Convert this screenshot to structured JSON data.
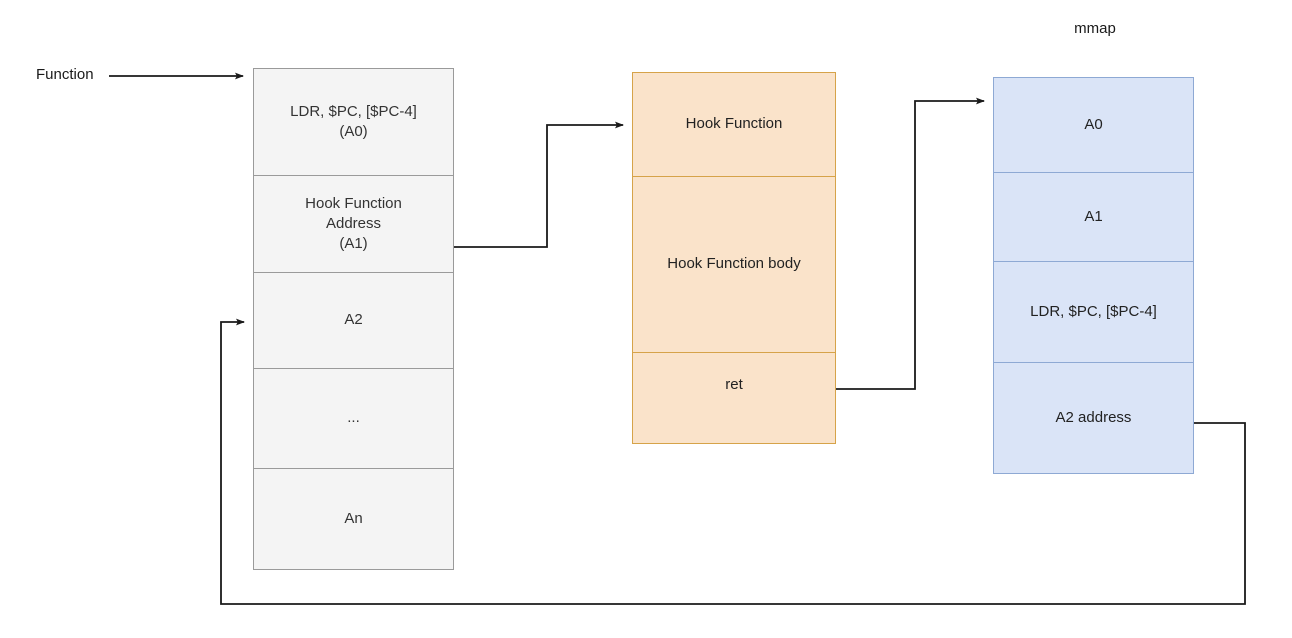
{
  "diagram": {
    "title_free_labels": [
      {
        "name": "function-entry-label",
        "text": "Function"
      },
      {
        "name": "mmap-label",
        "text": "mmap"
      }
    ],
    "colors": {
      "grey_fill": "#f4f4f4",
      "grey_border": "#9a9a9a",
      "orange_fill": "#fae3ca",
      "orange_border": "#d6a349",
      "blue_fill": "#dae4f7",
      "blue_border": "#8ea9d4",
      "wire": "#1a1a1a"
    },
    "columns": {
      "original_function": {
        "name": "original-function-column",
        "cells": [
          {
            "id": "a0",
            "text": "LDR, $PC, [$PC-4]\n(A0)"
          },
          {
            "id": "a1",
            "text": "Hook Function\nAddress\n(A1)"
          },
          {
            "id": "a2",
            "text": "A2"
          },
          {
            "id": "ellipsis",
            "text": "..."
          },
          {
            "id": "an",
            "text": "An"
          }
        ]
      },
      "hook_function": {
        "name": "hook-function-column",
        "cells": [
          {
            "id": "hook-header",
            "text": "Hook Function"
          },
          {
            "id": "hook-body",
            "text": "Hook Function body"
          },
          {
            "id": "hook-ret",
            "text": "ret"
          }
        ]
      },
      "mmap_trampoline": {
        "name": "mmap-trampoline-column",
        "caption": "mmap",
        "cells": [
          {
            "id": "m-a0",
            "text": "A0"
          },
          {
            "id": "m-a1",
            "text": "A1"
          },
          {
            "id": "m-ldr",
            "text": "LDR, $PC, [$PC-4]"
          },
          {
            "id": "m-a2addr",
            "text": "A2 address"
          }
        ]
      }
    },
    "connectors": [
      {
        "id": "entry-arrow",
        "from": "Function",
        "to": "original-function-column"
      },
      {
        "id": "a1-to-hook",
        "from": "Hook Function Address (A1)",
        "to": "Hook Function"
      },
      {
        "id": "ret-to-mmap",
        "from": "ret",
        "to": "mmap A0"
      },
      {
        "id": "a2addr-to-a2",
        "from": "A2 address",
        "to": "A2"
      }
    ]
  }
}
